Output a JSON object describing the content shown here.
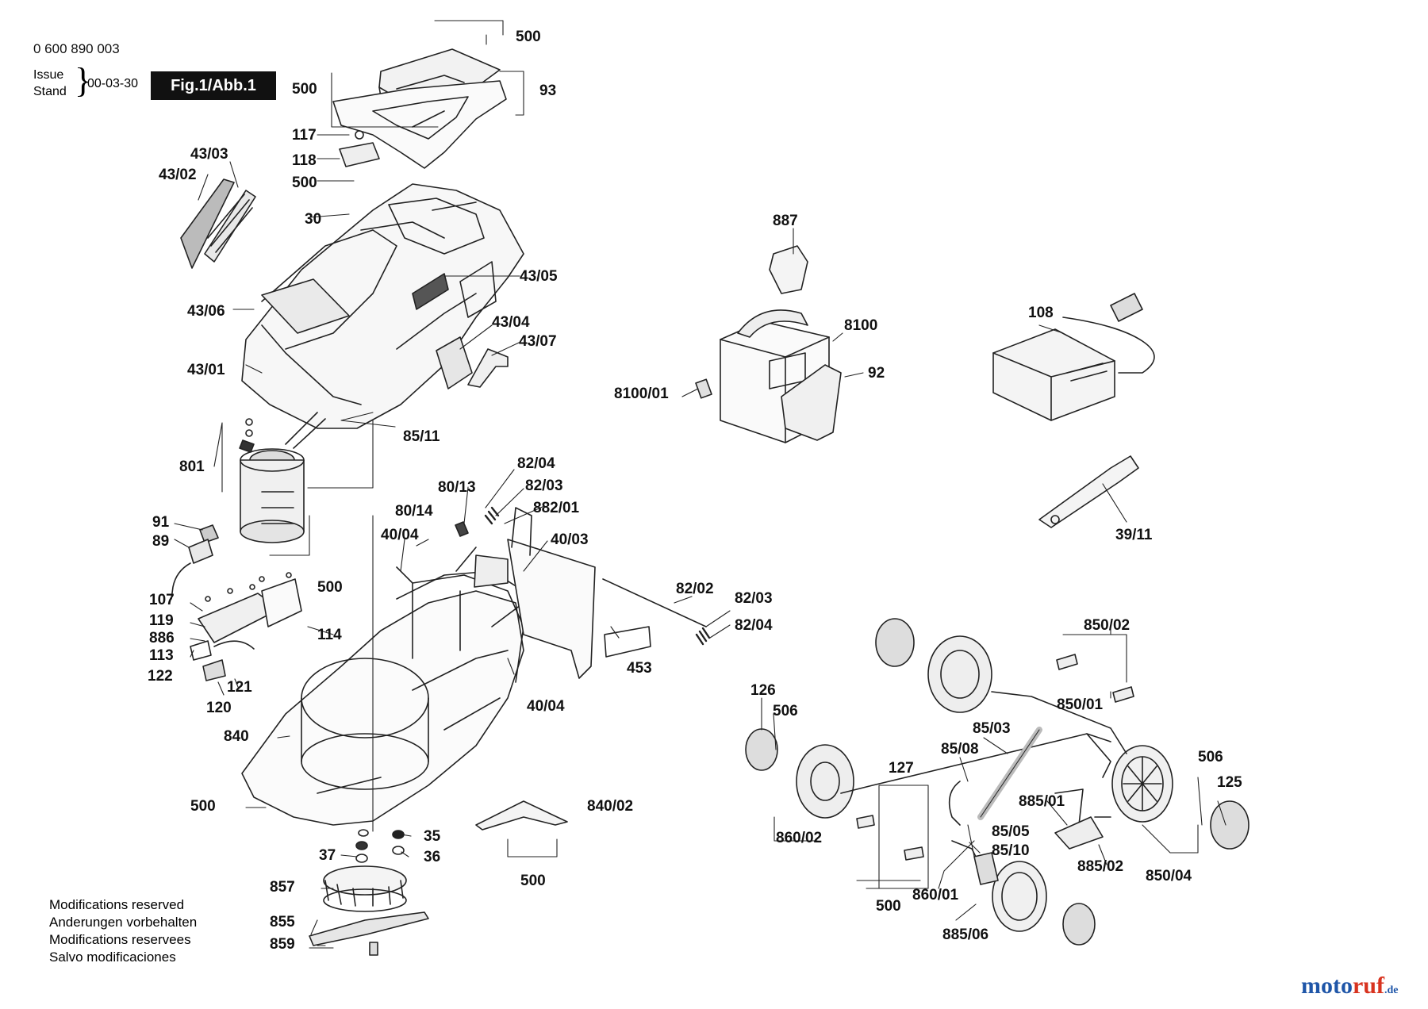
{
  "header": {
    "part_number": "0 600 890 003",
    "issue_label": "Issue",
    "stand_label": "Stand",
    "date": "00-03-30",
    "figure": "Fig.1/Abb.1"
  },
  "notes": [
    "Modifications reserved",
    "Anderungen vorbehalten",
    "Modifications reservees",
    "Salvo modificaciones"
  ],
  "brand": {
    "part1": "moto",
    "part2": "ruf",
    "part3": ".de"
  },
  "callouts": [
    {
      "id": "c500a",
      "text": "500"
    },
    {
      "id": "c93",
      "text": "93"
    },
    {
      "id": "c500b",
      "text": "500"
    },
    {
      "id": "c117",
      "text": "117"
    },
    {
      "id": "c118",
      "text": "118"
    },
    {
      "id": "c500c",
      "text": "500"
    },
    {
      "id": "c4303",
      "text": "43/03"
    },
    {
      "id": "c4302",
      "text": "43/02"
    },
    {
      "id": "c30",
      "text": "30"
    },
    {
      "id": "c4305",
      "text": "43/05"
    },
    {
      "id": "c4306",
      "text": "43/06"
    },
    {
      "id": "c4304",
      "text": "43/04"
    },
    {
      "id": "c4307",
      "text": "43/07"
    },
    {
      "id": "c4301",
      "text": "43/01"
    },
    {
      "id": "c8511",
      "text": "85/11"
    },
    {
      "id": "c801",
      "text": "801"
    },
    {
      "id": "c91",
      "text": "91"
    },
    {
      "id": "c89",
      "text": "89"
    },
    {
      "id": "c500d",
      "text": "500"
    },
    {
      "id": "c107",
      "text": "107"
    },
    {
      "id": "c119",
      "text": "119"
    },
    {
      "id": "c886",
      "text": "886"
    },
    {
      "id": "c113",
      "text": "113"
    },
    {
      "id": "c114",
      "text": "114"
    },
    {
      "id": "c122",
      "text": "122"
    },
    {
      "id": "c121",
      "text": "121"
    },
    {
      "id": "c120",
      "text": "120"
    },
    {
      "id": "c840",
      "text": "840"
    },
    {
      "id": "c500e",
      "text": "500"
    },
    {
      "id": "c35",
      "text": "35"
    },
    {
      "id": "c37",
      "text": "37"
    },
    {
      "id": "c36",
      "text": "36"
    },
    {
      "id": "c857",
      "text": "857"
    },
    {
      "id": "c855",
      "text": "855"
    },
    {
      "id": "c859",
      "text": "859"
    },
    {
      "id": "c8013",
      "text": "80/13"
    },
    {
      "id": "c8204a",
      "text": "82/04"
    },
    {
      "id": "c8203a",
      "text": "82/03"
    },
    {
      "id": "c88201",
      "text": "882/01"
    },
    {
      "id": "c8014",
      "text": "80/14"
    },
    {
      "id": "c4004a",
      "text": "40/04"
    },
    {
      "id": "c4003",
      "text": "40/03"
    },
    {
      "id": "c8202",
      "text": "82/02"
    },
    {
      "id": "c8203b",
      "text": "82/03"
    },
    {
      "id": "c8204b",
      "text": "82/04"
    },
    {
      "id": "c453",
      "text": "453"
    },
    {
      "id": "c4004b",
      "text": "40/04"
    },
    {
      "id": "c84002",
      "text": "840/02"
    },
    {
      "id": "c500f",
      "text": "500"
    },
    {
      "id": "c887",
      "text": "887"
    },
    {
      "id": "c8100",
      "text": "8100"
    },
    {
      "id": "c92",
      "text": "92"
    },
    {
      "id": "c810001",
      "text": "8100/01"
    },
    {
      "id": "c108",
      "text": "108"
    },
    {
      "id": "c3911",
      "text": "39/11"
    },
    {
      "id": "c85002",
      "text": "850/02"
    },
    {
      "id": "c85001",
      "text": "850/01"
    },
    {
      "id": "c126",
      "text": "126"
    },
    {
      "id": "c506a",
      "text": "506"
    },
    {
      "id": "c8503",
      "text": "85/03"
    },
    {
      "id": "c8508",
      "text": "85/08"
    },
    {
      "id": "c127",
      "text": "127"
    },
    {
      "id": "c88501",
      "text": "885/01"
    },
    {
      "id": "c8505",
      "text": "85/05"
    },
    {
      "id": "c8510",
      "text": "85/10"
    },
    {
      "id": "c88502",
      "text": "885/02"
    },
    {
      "id": "c506b",
      "text": "506"
    },
    {
      "id": "c125",
      "text": "125"
    },
    {
      "id": "c86002",
      "text": "860/02"
    },
    {
      "id": "c500g",
      "text": "500"
    },
    {
      "id": "c86001",
      "text": "860/01"
    },
    {
      "id": "c88506",
      "text": "885/06"
    },
    {
      "id": "c85004",
      "text": "850/04"
    }
  ]
}
